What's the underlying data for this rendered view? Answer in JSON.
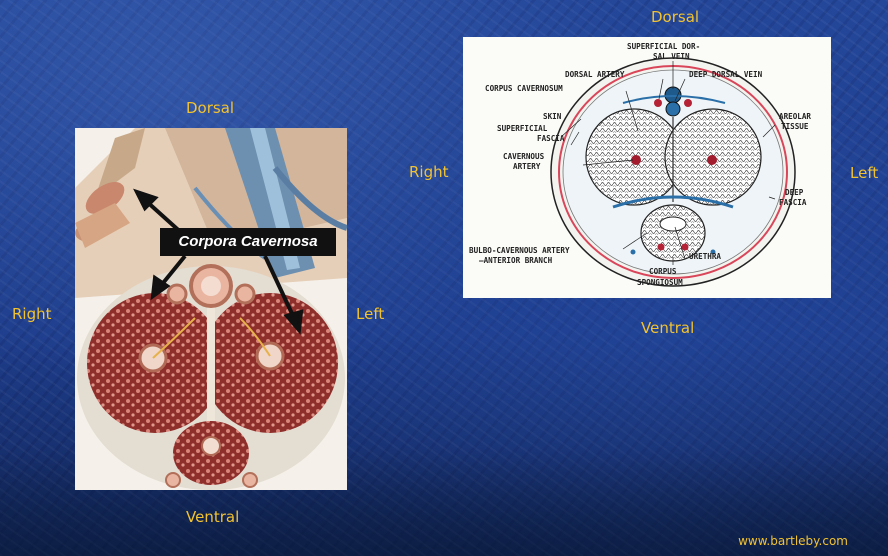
{
  "left_figure": {
    "top_label": "Dorsal",
    "bottom_label": "Ventral",
    "left_label": "Right",
    "right_label": "Left",
    "callout": "Corpora Cavernosa"
  },
  "right_figure": {
    "top_label": "Dorsal",
    "bottom_label": "Ventral",
    "left_label": "Right",
    "right_label": "Left",
    "annotations": {
      "superficial_dorsal_vein_1": "SUPERFICIAL DOR-",
      "superficial_dorsal_vein_2": "SAL VEIN",
      "dorsal_artery": "DORSAL ARTERY",
      "deep_dorsal_vein": "DEEP DORSAL VEIN",
      "corpus_cavernosum": "CORPUS CAVERNOSUM",
      "skin": "SKIN",
      "superficial_fascia_1": "SUPERFICIAL",
      "superficial_fascia_2": "FASCIA",
      "cavernous_artery_1": "CAVERNOUS",
      "cavernous_artery_2": "ARTERY",
      "areolar_tissue_1": "AREOLAR",
      "areolar_tissue_2": "TISSUE",
      "deep_fascia_1": "DEEP",
      "deep_fascia_2": "FASCIA",
      "bulbo_1": "BULBO-CAVERNOUS ARTERY",
      "bulbo_2": "—ANTERIOR BRANCH",
      "urethra": "URETHRA",
      "corpus_spongiosum_1": "CORPUS",
      "corpus_spongiosum_2": "SPONGIOSUM"
    }
  },
  "source_url": "www.bartleby.com"
}
